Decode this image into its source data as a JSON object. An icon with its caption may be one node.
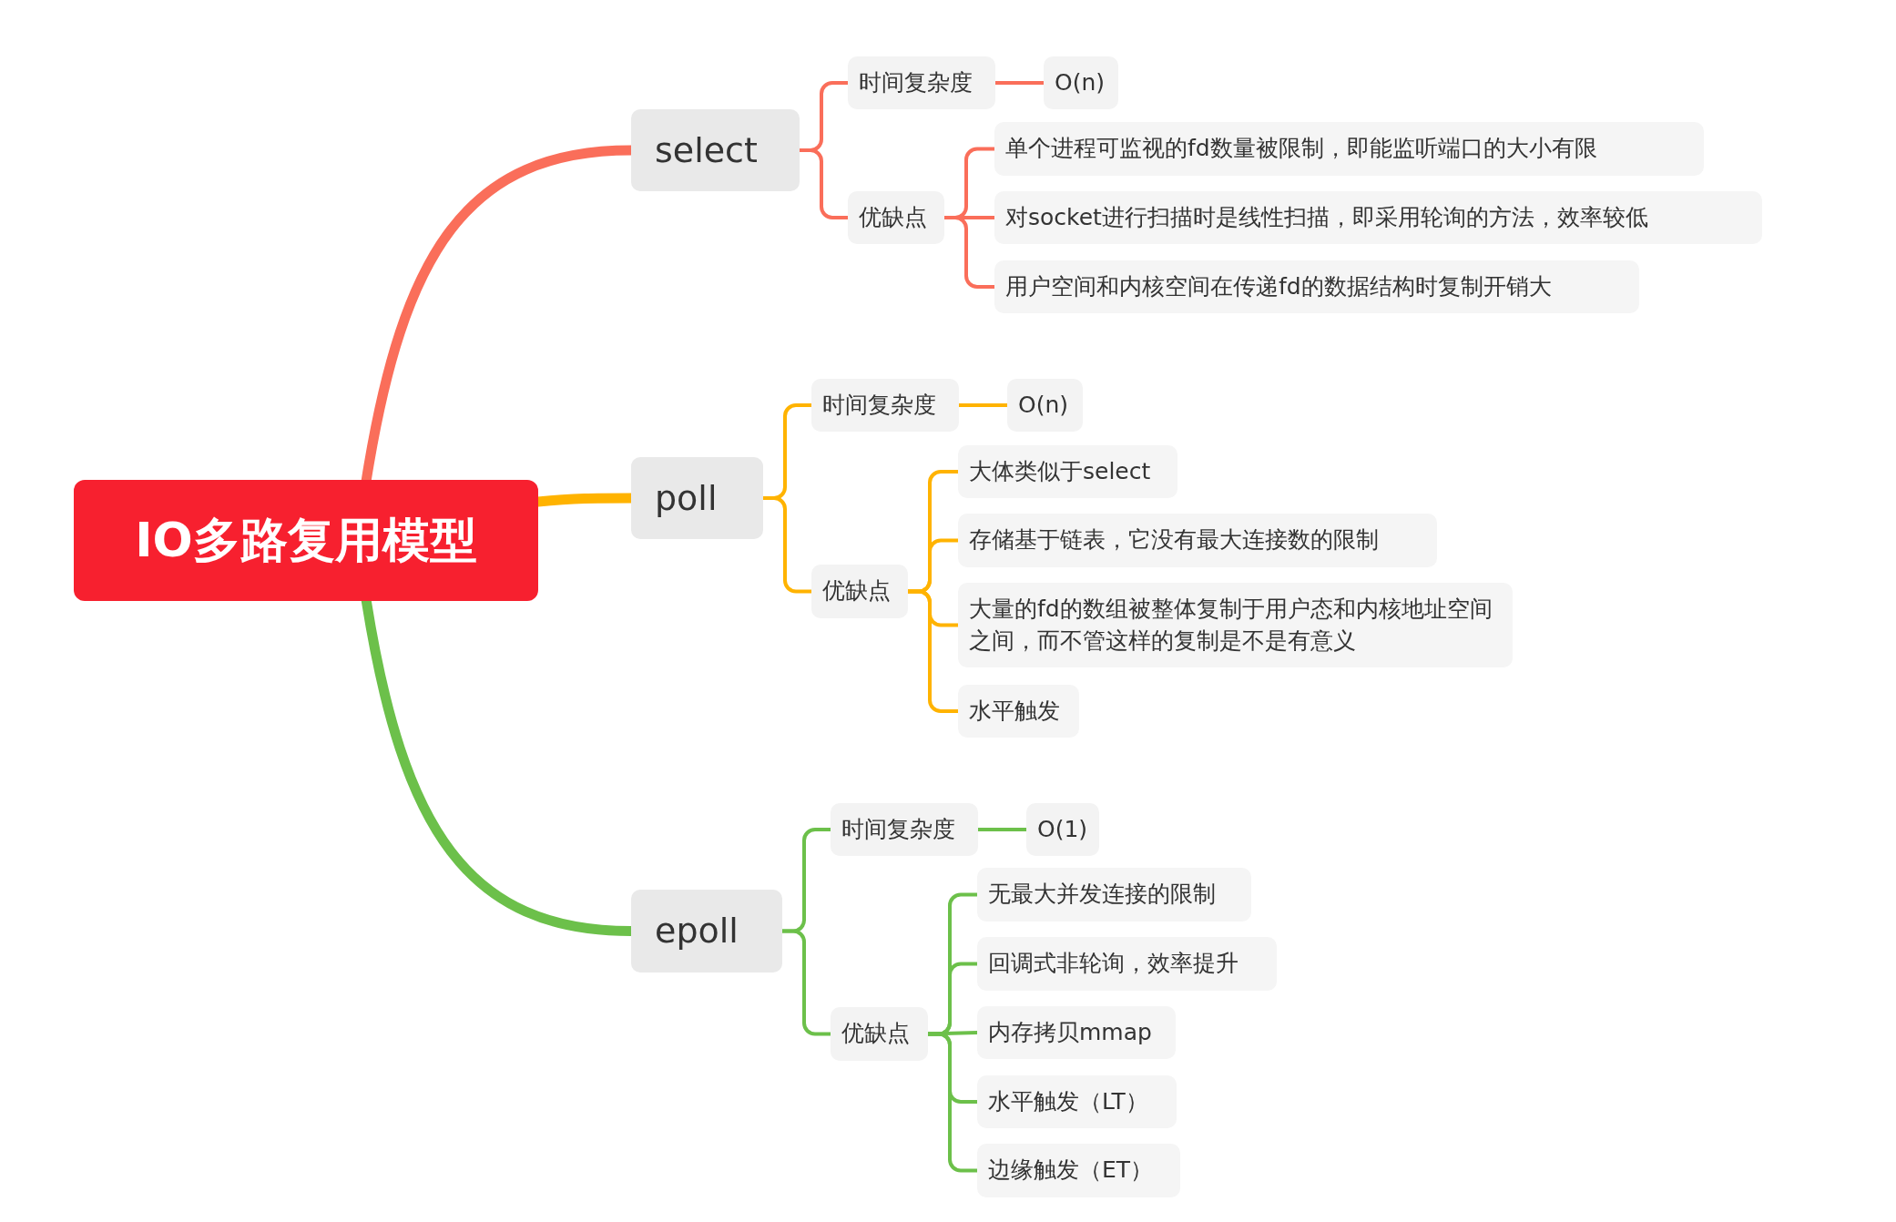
{
  "diagram": {
    "nodes": [
      {
        "text": [
          "IO多路复用模型"
        ]
      },
      {
        "text": [
          "select"
        ]
      },
      {
        "text": [
          "时间复杂度"
        ]
      },
      {
        "text": [
          "O(n)"
        ]
      },
      {
        "text": [
          "优缺点"
        ]
      },
      {
        "text": [
          "单个进程可监视的fd数量被限制，即能监听端口的大小有限"
        ]
      },
      {
        "text": [
          "对socket进行扫描时是线性扫描，即采用轮询的方法，效率较低"
        ]
      },
      {
        "text": [
          "用户空间和内核空间在传递fd的数据结构时复制开销大"
        ]
      },
      {
        "text": [
          "poll"
        ]
      },
      {
        "text": [
          "时间复杂度"
        ]
      },
      {
        "text": [
          "O(n)"
        ]
      },
      {
        "text": [
          "优缺点"
        ]
      },
      {
        "text": [
          "大体类似于select"
        ]
      },
      {
        "text": [
          "存储基于链表，它没有最大连接数的限制"
        ]
      },
      {
        "text": [
          "大量的fd的数组被整体复制于用户态和内核地址空间之间，而不管这样的复制是不是有意义"
        ]
      },
      {
        "text": [
          "水平触发"
        ]
      },
      {
        "text": [
          "epoll"
        ]
      },
      {
        "text": [
          "时间复杂度"
        ]
      },
      {
        "text": [
          "O(1)"
        ]
      },
      {
        "text": [
          "优缺点"
        ]
      },
      {
        "text": [
          "无最大并发连接的限制"
        ]
      },
      {
        "text": [
          "回调式非轮询，效率提升"
        ]
      },
      {
        "text": [
          "内存拷贝mmap"
        ]
      },
      {
        "text": [
          "水平触发（LT）"
        ]
      },
      {
        "text": [
          "边缘触发（ET）"
        ]
      }
    ],
    "edges": [
      {
        "from": 0,
        "to": 1,
        "arrow": "none",
        "style": "thick",
        "color": "#fa6e5a"
      },
      {
        "from": 1,
        "to": 2,
        "arrow": "none",
        "color": "#fa6e5a"
      },
      {
        "from": 2,
        "to": 3,
        "arrow": "none",
        "color": "#fa6e5a"
      },
      {
        "from": 1,
        "to": 4,
        "arrow": "none",
        "color": "#fa6e5a"
      },
      {
        "from": 4,
        "to": 5,
        "arrow": "none",
        "color": "#fa6e5a"
      },
      {
        "from": 4,
        "to": 6,
        "arrow": "none",
        "color": "#fa6e5a"
      },
      {
        "from": 4,
        "to": 7,
        "arrow": "none",
        "color": "#fa6e5a"
      },
      {
        "from": 0,
        "to": 8,
        "arrow": "none",
        "style": "thick",
        "color": "#ffb300"
      },
      {
        "from": 8,
        "to": 9,
        "arrow": "none",
        "color": "#ffb300"
      },
      {
        "from": 9,
        "to": 10,
        "arrow": "none",
        "color": "#ffb300"
      },
      {
        "from": 8,
        "to": 11,
        "arrow": "none",
        "color": "#ffb300"
      },
      {
        "from": 11,
        "to": 12,
        "arrow": "none",
        "color": "#ffb300"
      },
      {
        "from": 11,
        "to": 13,
        "arrow": "none",
        "color": "#ffb300"
      },
      {
        "from": 11,
        "to": 14,
        "arrow": "none",
        "color": "#ffb300"
      },
      {
        "from": 11,
        "to": 15,
        "arrow": "none",
        "color": "#ffb300"
      },
      {
        "from": 0,
        "to": 16,
        "arrow": "none",
        "style": "thick",
        "color": "#6cc04a"
      },
      {
        "from": 16,
        "to": 17,
        "arrow": "none",
        "color": "#6cc04a"
      },
      {
        "from": 17,
        "to": 18,
        "arrow": "none",
        "color": "#6cc04a"
      },
      {
        "from": 16,
        "to": 19,
        "arrow": "none",
        "color": "#6cc04a"
      },
      {
        "from": 19,
        "to": 20,
        "arrow": "none",
        "color": "#6cc04a"
      },
      {
        "from": 19,
        "to": 21,
        "arrow": "none",
        "color": "#6cc04a"
      },
      {
        "from": 19,
        "to": 22,
        "arrow": "none",
        "color": "#6cc04a"
      },
      {
        "from": 19,
        "to": 23,
        "arrow": "none",
        "color": "#6cc04a"
      },
      {
        "from": 19,
        "to": 24,
        "arrow": "none",
        "color": "#6cc04a"
      }
    ]
  }
}
